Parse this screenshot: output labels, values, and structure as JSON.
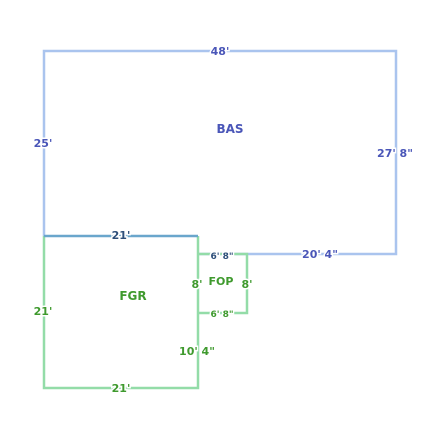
{
  "colors": {
    "bas_line": "#aac4ee",
    "bas_text": "#4a56b8",
    "fgr_line": "#93dca8",
    "fgr_text": "#3f9a2e",
    "fgr_top_line": "#6aa6cc",
    "fgr_top_text": "#2e4f7a",
    "fop_line": "#93dca8",
    "fop_text": "#3f9a2e",
    "fop_top_text": "#2e4f7a"
  },
  "areas": {
    "bas": "BAS",
    "fgr": "FGR",
    "fop": "FOP"
  },
  "dimensions": {
    "bas_top": "48'",
    "bas_left": "25'",
    "bas_right": "27' 8\"",
    "bas_bottom_right": "20' 4\"",
    "fgr_top": "21'",
    "fgr_left": "21'",
    "fgr_bottom": "21'",
    "fgr_right": "10' 4\"",
    "fop_top": "6' 8\"",
    "fop_bottom": "6' 8\"",
    "fop_left": "8'",
    "fop_right": "8'"
  }
}
